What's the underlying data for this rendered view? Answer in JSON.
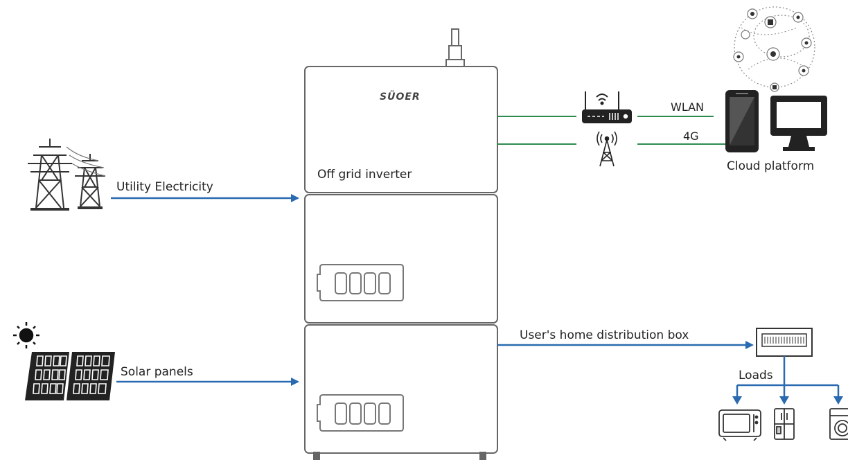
{
  "labels": {
    "utility": "Utility  Electricity",
    "inverter": "Off grid inverter",
    "brand": "SÜOER",
    "wlan": "WLAN",
    "g4": "4G",
    "cloud": "Cloud platform",
    "solar": "Solar panels",
    "distribution": "User's home distribution box",
    "loads": "Loads"
  },
  "colors": {
    "blue_arrow": "#2a6ab0",
    "green_link": "#2e8b50",
    "outline": "#555555",
    "dark": "#222222"
  }
}
